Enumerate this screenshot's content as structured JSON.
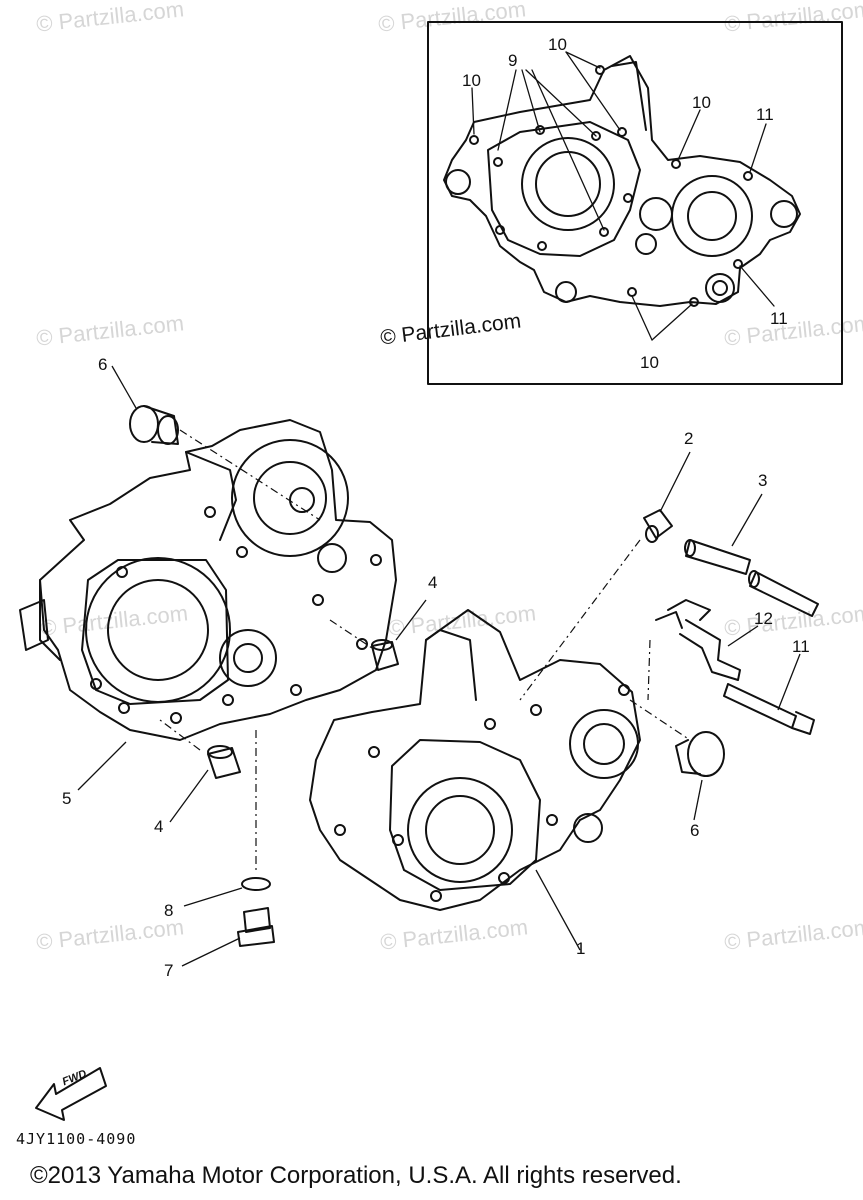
{
  "watermark_text": "© Partzilla.com",
  "inset": {
    "watermark_text": "© Partzilla.com",
    "callouts": [
      "9",
      "10",
      "10",
      "10",
      "11",
      "11",
      "10"
    ]
  },
  "callouts": {
    "c1": "1",
    "c2": "2",
    "c3": "3",
    "c4a": "4",
    "c4b": "4",
    "c5": "5",
    "c6a": "6",
    "c6b": "6",
    "c7": "7",
    "c8": "8",
    "c11": "11",
    "c12": "12"
  },
  "fwd_label": "FWD",
  "diagram_code": "4JY1100-4090",
  "copyright": "©2013 Yamaha Motor Corporation, U.S.A. All rights reserved."
}
